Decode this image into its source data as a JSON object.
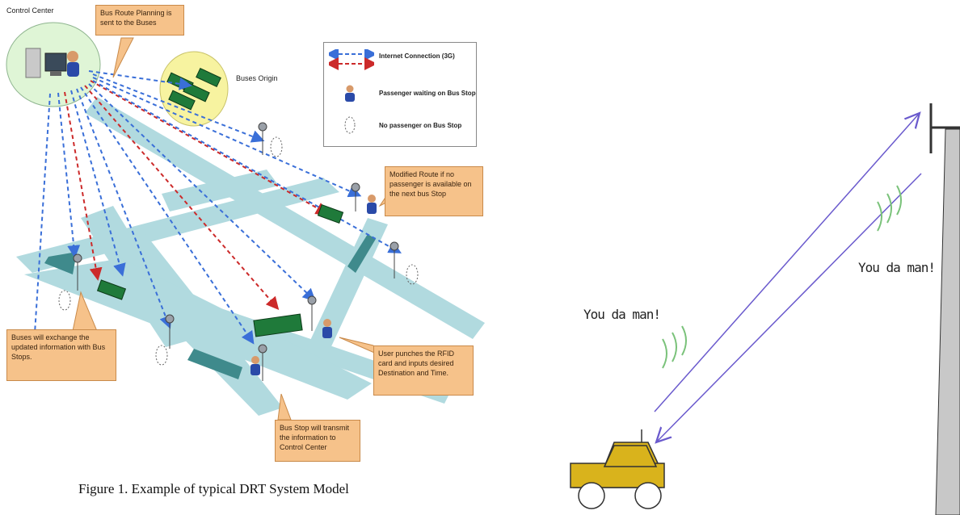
{
  "left_figure": {
    "control_center_label": "Control Center",
    "buses_origin_label": "Buses Origin",
    "callout_route_planning": "Bus Route Planning is sent to the Buses",
    "callout_modified_route": "Modified Route if no passenger is available on the next bus Stop",
    "callout_buses_exchange": "Buses will exchange the updated information with Bus Stops.",
    "callout_user_punches": "User punches the RFID card and inputs desired Destination and Time.",
    "callout_bus_stop_transmit": "Bus Stop will transmit the information to Control Center",
    "legend": {
      "internet_connection": "Internet Connection (3G)",
      "passenger_waiting": "Passenger waiting on Bus Stop",
      "no_passenger": "No passenger on Bus Stop"
    },
    "caption": "Figure 1.    Example of typical DRT System Model"
  },
  "right_figure": {
    "label_car": "You da man!",
    "label_tower": "You da man!"
  },
  "colors": {
    "road": "#a9d6dc",
    "arrow_blue": "#3a6fd8",
    "arrow_red": "#cc2a2a",
    "callout_fill": "#f6c28a",
    "control_bubble": "#dff5d6",
    "origin_bubble": "#f7f3a0",
    "car_fill": "#d9b31c",
    "signal_line": "#6a5acd",
    "wave_green": "#7ac27a"
  }
}
